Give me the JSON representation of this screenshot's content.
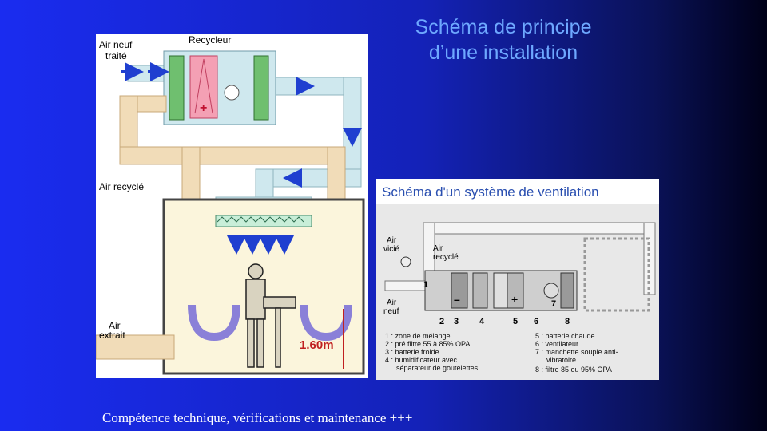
{
  "slide": {
    "title_line1": "Schéma de principe",
    "title_line2": "d’une installation",
    "footer": "Compétence technique, vérifications et maintenance +++"
  },
  "left_diagram": {
    "label_air_neuf_1": "Air neuf",
    "label_air_neuf_2": "traité",
    "label_recycleur": "Recycleur",
    "label_air_recycle": "Air recyclé",
    "label_air_extrait_1": "Air",
    "label_air_extrait_2": "extrait",
    "height_label": "1.60m",
    "heater_symbol": "+"
  },
  "right_diagram": {
    "title": "Schéma d'un système de ventilation",
    "label_air_vicie_1": "Air",
    "label_air_vicie_2": "vicié",
    "label_air_recycle_1": "Air",
    "label_air_recycle_2": "recyclé",
    "label_air_neuf_1": "Air",
    "label_air_neuf_2": "neuf",
    "num_1": "1",
    "num_2": "2",
    "num_3": "3",
    "num_4": "4",
    "num_5": "5",
    "num_6": "6",
    "num_7": "7",
    "num_8": "8",
    "minus": "–",
    "plus": "+",
    "legend_1": "1 : zone de mélange",
    "legend_2": "2 : pré filtre 55 à 85% OPA",
    "legend_3": "3 : batterie froide",
    "legend_4a": "4 : humidificateur avec",
    "legend_4b": "séparateur de goutelettes",
    "legend_5": "5 : batterie chaude",
    "legend_6": "6 : ventilateur",
    "legend_7a": "7 : manchette souple anti-",
    "legend_7b": "vibratoire",
    "legend_8": "8 : filtre 85 ou 95% OPA"
  }
}
